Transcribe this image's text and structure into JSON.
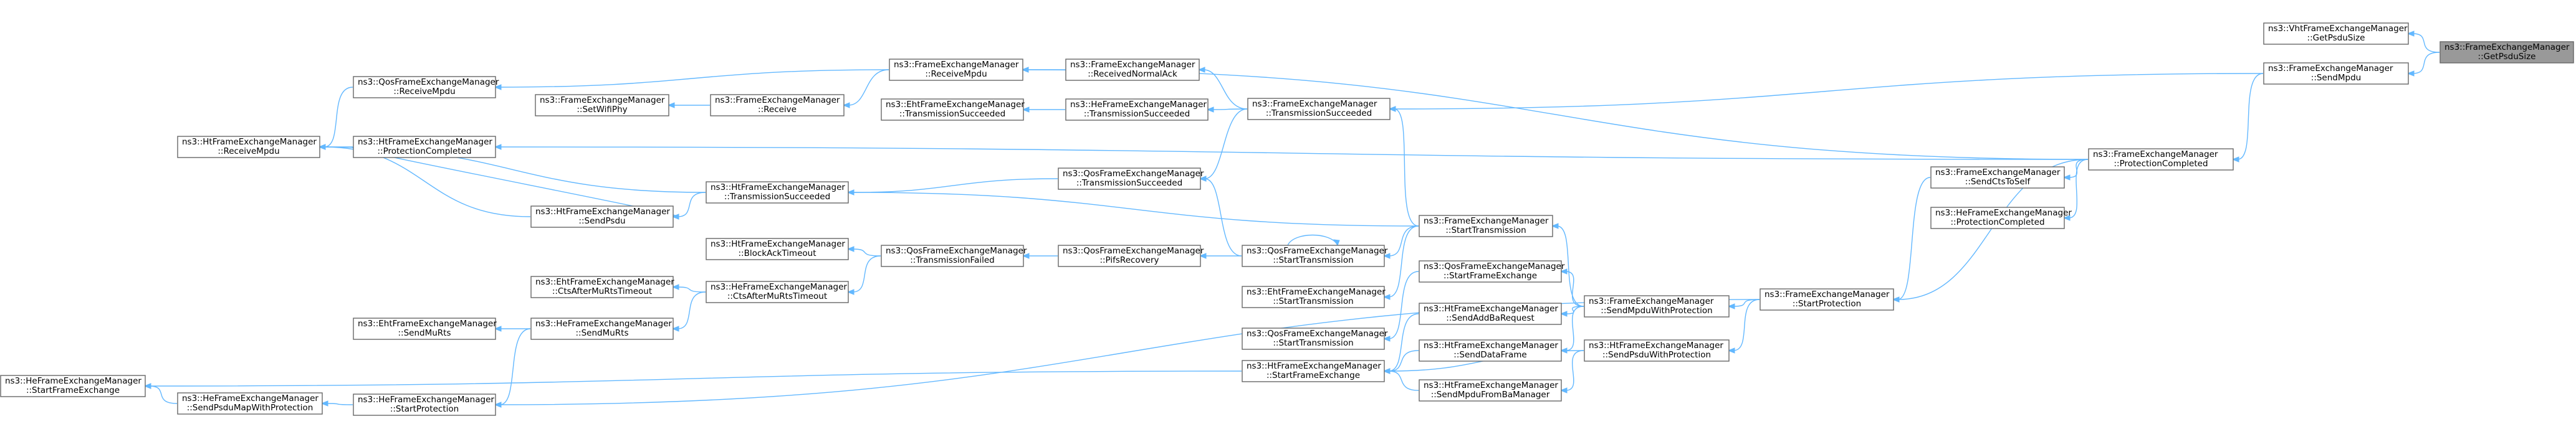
{
  "nodes": [
    {
      "id": "getpsdusize",
      "lines": [
        "ns3::FrameExchangeManager",
        "::GetPsduSize"
      ],
      "target": true
    },
    {
      "id": "vht_getpsdusize",
      "lines": [
        "ns3::VhtFrameExchangeManager",
        "::GetPsduSize"
      ]
    },
    {
      "id": "sendmpdu",
      "lines": [
        "ns3::FrameExchangeManager",
        "::SendMpdu"
      ]
    },
    {
      "id": "protectioncompleted",
      "lines": [
        "ns3::FrameExchangeManager",
        "::ProtectionCompleted"
      ]
    },
    {
      "id": "sendctstoself",
      "lines": [
        "ns3::FrameExchangeManager",
        "::SendCtsToSelf"
      ]
    },
    {
      "id": "he_protectioncompleted",
      "lines": [
        "ns3::HeFrameExchangeManager",
        "::ProtectionCompleted"
      ]
    },
    {
      "id": "startprotection",
      "lines": [
        "ns3::FrameExchangeManager",
        "::StartProtection"
      ]
    },
    {
      "id": "sendmpduwithprotection",
      "lines": [
        "ns3::FrameExchangeManager",
        "::SendMpduWithProtection"
      ]
    },
    {
      "id": "ht_sendpsduwithprotection",
      "lines": [
        "ns3::HtFrameExchangeManager",
        "::SendPsduWithProtection"
      ]
    },
    {
      "id": "starttransmission",
      "lines": [
        "ns3::FrameExchangeManager",
        "::StartTransmission"
      ]
    },
    {
      "id": "qos_startframeexchange",
      "lines": [
        "ns3::QosFrameExchangeManager",
        "::StartFrameExchange"
      ]
    },
    {
      "id": "ht_sendaddbarequest",
      "lines": [
        "ns3::HtFrameExchangeManager",
        "::SendAddBaRequest"
      ]
    },
    {
      "id": "ht_senddataframe",
      "lines": [
        "ns3::HtFrameExchangeManager",
        "::SendDataFrame"
      ]
    },
    {
      "id": "ht_sendmpdufromba",
      "lines": [
        "ns3::HtFrameExchangeManager",
        "::SendMpduFromBaManager"
      ]
    },
    {
      "id": "transmissionsucceeded",
      "lines": [
        "ns3::FrameExchangeManager",
        "::TransmissionSucceeded"
      ]
    },
    {
      "id": "qos_starttransmission",
      "lines": [
        "ns3::QosFrameExchangeManager",
        "::StartTransmission"
      ]
    },
    {
      "id": "eht_starttransmission",
      "lines": [
        "ns3::EhtFrameExchangeManager",
        "::StartTransmission"
      ]
    },
    {
      "id": "qos2_starttransmission",
      "lines": [
        "ns3::QosFrameExchangeManager",
        "::StartTransmission"
      ]
    },
    {
      "id": "ht_startframeexchange",
      "lines": [
        "ns3::HtFrameExchangeManager",
        "::StartFrameExchange"
      ]
    },
    {
      "id": "receivednormalack",
      "lines": [
        "ns3::FrameExchangeManager",
        "::ReceivedNormalAck"
      ]
    },
    {
      "id": "he_transmissionsucceeded",
      "lines": [
        "ns3::HeFrameExchangeManager",
        "::TransmissionSucceeded"
      ]
    },
    {
      "id": "qos_transmissionsucceeded",
      "lines": [
        "ns3::QosFrameExchangeManager",
        "::TransmissionSucceeded"
      ]
    },
    {
      "id": "qos_pifsrecovery",
      "lines": [
        "ns3::QosFrameExchangeManager",
        "::PifsRecovery"
      ]
    },
    {
      "id": "receivempdu",
      "lines": [
        "ns3::FrameExchangeManager",
        "::ReceiveMpdu"
      ]
    },
    {
      "id": "eht_transmissionsucceeded",
      "lines": [
        "ns3::EhtFrameExchangeManager",
        "::TransmissionSucceeded"
      ]
    },
    {
      "id": "qos_transmissionfailed",
      "lines": [
        "ns3::QosFrameExchangeManager",
        "::TransmissionFailed"
      ]
    },
    {
      "id": "receive",
      "lines": [
        "ns3::FrameExchangeManager",
        "::Receive"
      ]
    },
    {
      "id": "ht_transmissionsucceeded",
      "lines": [
        "ns3::HtFrameExchangeManager",
        "::TransmissionSucceeded"
      ]
    },
    {
      "id": "ht_blockacktimeout",
      "lines": [
        "ns3::HtFrameExchangeManager",
        "::BlockAckTimeout"
      ]
    },
    {
      "id": "he_ctsaftermurtstimeout",
      "lines": [
        "ns3::HeFrameExchangeManager",
        "::CtsAfterMuRtsTimeout"
      ]
    },
    {
      "id": "qos_receivempdu",
      "lines": [
        "ns3::QosFrameExchangeManager",
        "::ReceiveMpdu"
      ]
    },
    {
      "id": "setwifiphy",
      "lines": [
        "ns3::FrameExchangeManager",
        "::SetWifiPhy"
      ]
    },
    {
      "id": "ht_protectioncompleted",
      "lines": [
        "ns3::HtFrameExchangeManager",
        "::ProtectionCompleted"
      ]
    },
    {
      "id": "ht_sendpsdu",
      "lines": [
        "ns3::HtFrameExchangeManager",
        "::SendPsdu"
      ]
    },
    {
      "id": "eht_ctsaftermurtstimeout",
      "lines": [
        "ns3::EhtFrameExchangeManager",
        "::CtsAfterMuRtsTimeout"
      ]
    },
    {
      "id": "he_sendmurts",
      "lines": [
        "ns3::HeFrameExchangeManager",
        "::SendMuRts"
      ]
    },
    {
      "id": "eht_sendmurts",
      "lines": [
        "ns3::EhtFrameExchangeManager",
        "::SendMuRts"
      ]
    },
    {
      "id": "he_startprotection",
      "lines": [
        "ns3::HeFrameExchangeManager",
        "::StartProtection"
      ]
    },
    {
      "id": "ht_receivempdu",
      "lines": [
        "ns3::HtFrameExchangeManager",
        "::ReceiveMpdu"
      ]
    },
    {
      "id": "he_sendpsdumapwithprotection",
      "lines": [
        "ns3::HeFrameExchangeManager",
        "::SendPsduMapWithProtection"
      ]
    },
    {
      "id": "he_startframeexchange",
      "lines": [
        "ns3::HeFrameExchangeManager",
        "::StartFrameExchange"
      ]
    }
  ],
  "edges": [
    [
      "getpsdusize",
      "vht_getpsdusize"
    ],
    [
      "getpsdusize",
      "sendmpdu"
    ],
    [
      "sendmpdu",
      "protectioncompleted"
    ],
    [
      "sendmpdu",
      "transmissionsucceeded"
    ],
    [
      "protectioncompleted",
      "sendctstoself"
    ],
    [
      "protectioncompleted",
      "he_protectioncompleted"
    ],
    [
      "protectioncompleted",
      "startprotection"
    ],
    [
      "protectioncompleted",
      "receivempdu"
    ],
    [
      "protectioncompleted",
      "ht_protectioncompleted"
    ],
    [
      "sendctstoself",
      "startprotection"
    ],
    [
      "startprotection",
      "sendmpduwithprotection"
    ],
    [
      "startprotection",
      "ht_sendpsduwithprotection"
    ],
    [
      "startprotection",
      "he_startprotection"
    ],
    [
      "sendmpduwithprotection",
      "starttransmission"
    ],
    [
      "sendmpduwithprotection",
      "qos_startframeexchange"
    ],
    [
      "sendmpduwithprotection",
      "ht_sendaddbarequest"
    ],
    [
      "sendmpduwithprotection",
      "ht_senddataframe"
    ],
    [
      "ht_sendpsduwithprotection",
      "ht_startframeexchange"
    ],
    [
      "ht_sendpsduwithprotection",
      "ht_sendmpdufromba"
    ],
    [
      "starttransmission",
      "transmissionsucceeded"
    ],
    [
      "starttransmission",
      "qos_starttransmission"
    ],
    [
      "starttransmission",
      "eht_starttransmission"
    ],
    [
      "starttransmission",
      "ht_transmissionsucceeded"
    ],
    [
      "qos_startframeexchange",
      "qos2_starttransmission"
    ],
    [
      "ht_sendaddbarequest",
      "ht_startframeexchange"
    ],
    [
      "ht_senddataframe",
      "ht_startframeexchange"
    ],
    [
      "ht_sendmpdufromba",
      "ht_startframeexchange"
    ],
    [
      "transmissionsucceeded",
      "receivednormalack"
    ],
    [
      "transmissionsucceeded",
      "he_transmissionsucceeded"
    ],
    [
      "transmissionsucceeded",
      "qos_transmissionsucceeded"
    ],
    [
      "qos_starttransmission",
      "qos_starttransmission"
    ],
    [
      "qos_starttransmission",
      "qos_pifsrecovery"
    ],
    [
      "qos_starttransmission",
      "qos_transmissionsucceeded"
    ],
    [
      "ht_startframeexchange",
      "he_startframeexchange"
    ],
    [
      "receivednormalack",
      "receivempdu"
    ],
    [
      "he_transmissionsucceeded",
      "eht_transmissionsucceeded"
    ],
    [
      "qos_transmissionsucceeded",
      "ht_transmissionsucceeded"
    ],
    [
      "qos_pifsrecovery",
      "qos_transmissionfailed"
    ],
    [
      "receivempdu",
      "receive"
    ],
    [
      "receivempdu",
      "qos_receivempdu"
    ],
    [
      "qos_transmissionfailed",
      "ht_blockacktimeout"
    ],
    [
      "qos_transmissionfailed",
      "he_ctsaftermurtstimeout"
    ],
    [
      "receive",
      "setwifiphy"
    ],
    [
      "ht_transmissionsucceeded",
      "ht_sendpsdu"
    ],
    [
      "ht_transmissionsucceeded",
      "ht_receivempdu"
    ],
    [
      "he_ctsaftermurtstimeout",
      "eht_ctsaftermurtstimeout"
    ],
    [
      "he_ctsaftermurtstimeout",
      "he_sendmurts"
    ],
    [
      "qos_receivempdu",
      "ht_receivempdu"
    ],
    [
      "ht_protectioncompleted",
      "ht_receivempdu"
    ],
    [
      "ht_protectioncompleted",
      "ht_sendpsdu"
    ],
    [
      "ht_sendpsdu",
      "ht_receivempdu"
    ],
    [
      "he_sendmurts",
      "eht_sendmurts"
    ],
    [
      "he_sendmurts",
      "he_startprotection"
    ],
    [
      "he_startprotection",
      "he_sendpsdumapwithprotection"
    ],
    [
      "he_sendpsdumapwithprotection",
      "he_startframeexchange"
    ]
  ]
}
